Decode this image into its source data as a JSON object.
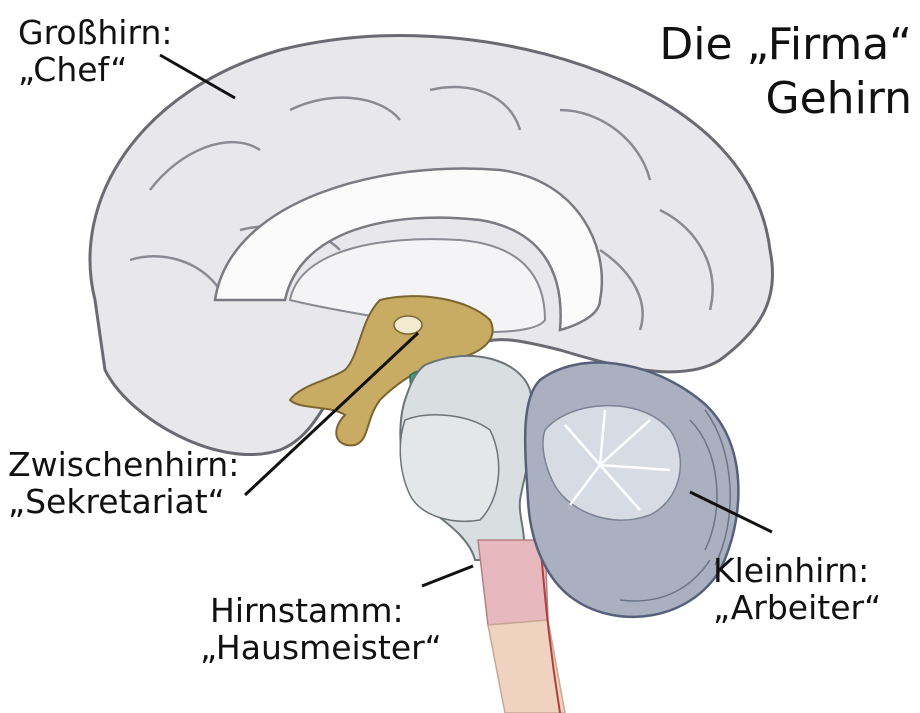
{
  "title": {
    "line1": "Die „Firma“",
    "line2": "Gehirn"
  },
  "labels": {
    "grosshirn": {
      "name": "Großhirn:",
      "role": "„Chef“"
    },
    "zwischenhirn": {
      "name": "Zwischenhirn:",
      "role": "„Sekretariat“"
    },
    "hirnstamm": {
      "name": "Hirnstamm:",
      "role": "„Hausmeister“"
    },
    "kleinhirn": {
      "name": "Kleinhirn:",
      "role": "„Arbeiter“"
    }
  },
  "colors": {
    "cerebrum": "#e8e8ec",
    "cerebrum_outline": "#6a6a72",
    "diencephalon": "#c9ac63",
    "brainstem": "#d9dfe1",
    "medulla_pink": "#e8b8bf",
    "spinal": "#efd2bf",
    "cerebellum": "#aab0bf",
    "green_spot": "#3fa07a",
    "text": "#111111"
  }
}
